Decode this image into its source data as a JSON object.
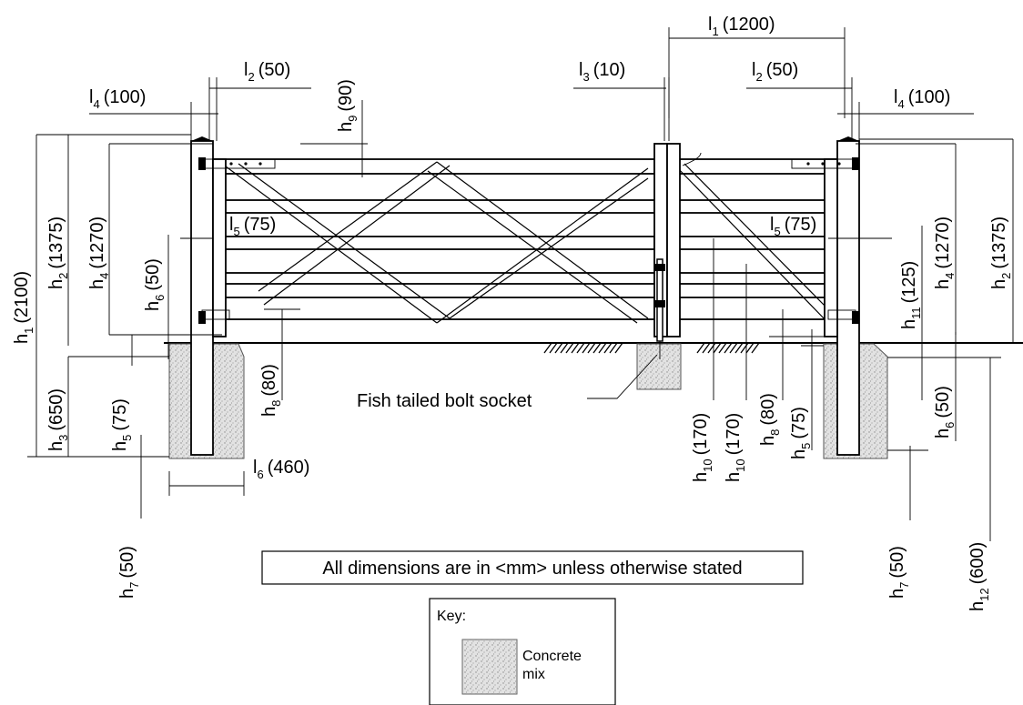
{
  "dimensions": {
    "l1": {
      "sym": "l",
      "sub": "1",
      "val": "(1200)"
    },
    "l2_left": {
      "sym": "l",
      "sub": "2",
      "val": "(50)"
    },
    "l2_right": {
      "sym": "l",
      "sub": "2",
      "val": "(50)"
    },
    "l3": {
      "sym": "l",
      "sub": "3",
      "val": "(10)"
    },
    "l4_left": {
      "sym": "l",
      "sub": "4",
      "val": "(100)"
    },
    "l4_right": {
      "sym": "l",
      "sub": "4",
      "val": "(100)"
    },
    "l5_left": {
      "sym": "l",
      "sub": "5",
      "val": "(75)"
    },
    "l5_right": {
      "sym": "l",
      "sub": "5",
      "val": "(75)"
    },
    "l6": {
      "sym": "l",
      "sub": "6",
      "val": "(460)"
    },
    "h1": {
      "sym": "h",
      "sub": "1",
      "val": "(2100)"
    },
    "h2_left": {
      "sym": "h",
      "sub": "2",
      "val": "(1375)"
    },
    "h2_right": {
      "sym": "h",
      "sub": "2",
      "val": "(1375)"
    },
    "h3": {
      "sym": "h",
      "sub": "3",
      "val": "(650)"
    },
    "h4_left": {
      "sym": "h",
      "sub": "4",
      "val": "(1270)"
    },
    "h4_right": {
      "sym": "h",
      "sub": "4",
      "val": "(1270)"
    },
    "h5_left": {
      "sym": "h",
      "sub": "5",
      "val": "(75)"
    },
    "h5_right": {
      "sym": "h",
      "sub": "5",
      "val": "(75)"
    },
    "h6_left": {
      "sym": "h",
      "sub": "6",
      "val": "(50)"
    },
    "h6_right": {
      "sym": "h",
      "sub": "6",
      "val": "(50)"
    },
    "h7_left": {
      "sym": "h",
      "sub": "7",
      "val": "(50)"
    },
    "h7_right": {
      "sym": "h",
      "sub": "7",
      "val": "(50)"
    },
    "h8_left": {
      "sym": "h",
      "sub": "8",
      "val": "(80)"
    },
    "h8_right": {
      "sym": "h",
      "sub": "8",
      "val": "(80)"
    },
    "h9": {
      "sym": "h",
      "sub": "9",
      "val": "(90)"
    },
    "h10_a": {
      "sym": "h",
      "sub": "10",
      "val": "(170)"
    },
    "h10_b": {
      "sym": "h",
      "sub": "10",
      "val": "(170)"
    },
    "h11": {
      "sym": "h",
      "sub": "11",
      "val": "(125)"
    },
    "h12": {
      "sym": "h",
      "sub": "12",
      "val": "(600)"
    }
  },
  "callout": "Fish tailed bolt socket",
  "note": "All dimensions are in <mm> unless otherwise stated",
  "key": {
    "title": "Key:",
    "item_line1": "Concrete",
    "item_line2": "mix"
  }
}
